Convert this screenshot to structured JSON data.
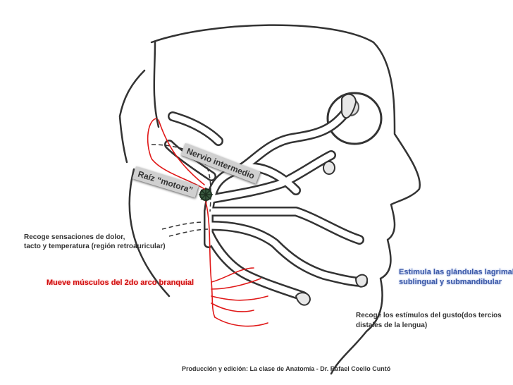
{
  "labels": {
    "sensations_line1": "Recoge sensaciones de dolor,",
    "sensations_line2": " tacto y temperatura (región retroauricular)",
    "muscles": "Mueve músculos del 2do arco branquial",
    "glands_line1": "Estimula las glándulas lagrimal",
    "glands_line2": "sublingual y submandibular",
    "taste_line1": "Recoge los estímulos del gusto(dos tercios",
    "taste_line2": "distales de la lengua)",
    "credit": "Producción y edición: La clase de Anatomía - Dr. Rafael Coello Cuntó"
  },
  "tags": {
    "intermediate_nerve": "Nervio intermedio",
    "motor_root": "Raíz “motora”"
  },
  "colors": {
    "background": "#ffffff",
    "sketch": "#333333",
    "red_path": "#e01818",
    "motor_label": "#d01010",
    "gland_label": "#3d5aa8",
    "ganglion": "#3a5a40"
  }
}
